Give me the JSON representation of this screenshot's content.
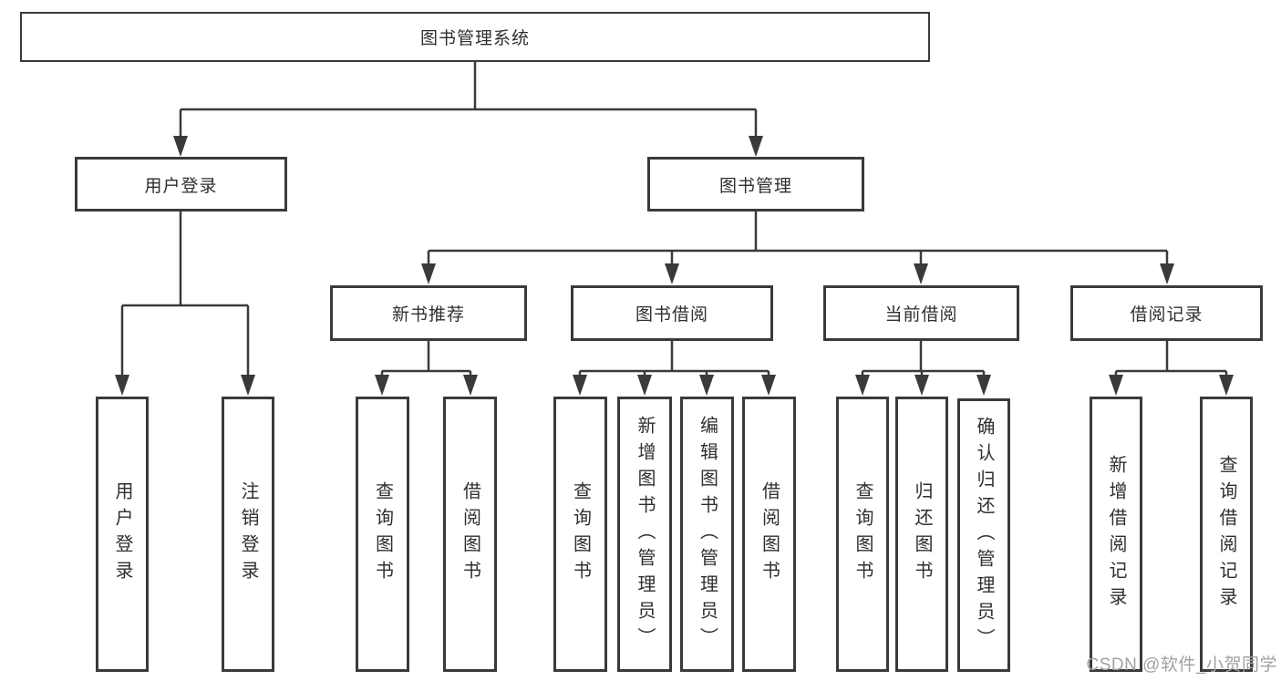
{
  "diagram_type": "org-chart",
  "tree": {
    "label": "图书管理系统",
    "children": [
      {
        "label": "用户登录",
        "children": [
          {
            "label": "用户登录"
          },
          {
            "label": "注销登录"
          }
        ]
      },
      {
        "label": "图书管理",
        "children": [
          {
            "label": "新书推荐",
            "children": [
              {
                "label": "查询图书"
              },
              {
                "label": "借阅图书"
              }
            ]
          },
          {
            "label": "图书借阅",
            "children": [
              {
                "label": "查询图书"
              },
              {
                "label": "新增图书（管理员）"
              },
              {
                "label": "编辑图书（管理员）"
              },
              {
                "label": "借阅图书"
              }
            ]
          },
          {
            "label": "当前借阅",
            "children": [
              {
                "label": "查询图书"
              },
              {
                "label": "归还图书"
              },
              {
                "label": "确认归还（管理员）"
              }
            ]
          },
          {
            "label": "借阅记录",
            "children": [
              {
                "label": "新增借阅记录"
              },
              {
                "label": "查询借阅记录"
              }
            ]
          }
        ]
      }
    ]
  },
  "watermark": "CSDN @软件_小贺同学",
  "colors": {
    "line": "#3a3a3a",
    "text": "#2f2f2f",
    "watermark": "#a0a1a5",
    "background": "#ffffff"
  }
}
